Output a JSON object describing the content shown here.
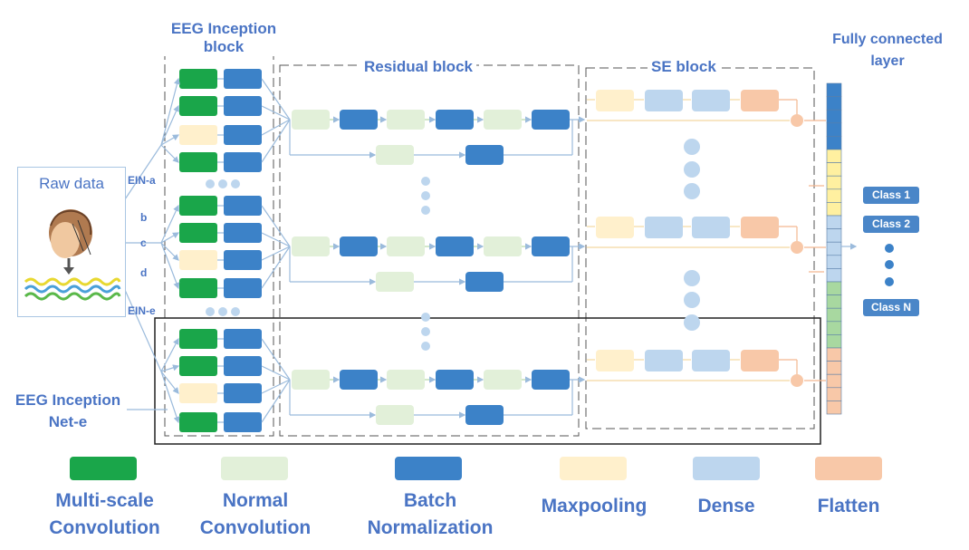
{
  "sections": {
    "eeg_inception_block": "EEG Inception block",
    "residual_block": "Residual  block",
    "se_block": "SE block",
    "fully_connected": "Fully connected layer",
    "eeg_inception_net": "EEG Inception Net-e"
  },
  "raw_data": {
    "title": "Raw data"
  },
  "branches": [
    "EIN-a",
    "b",
    "c",
    "d",
    "EIN-e"
  ],
  "classes": [
    "Class 1",
    "Class 2",
    "Class N"
  ],
  "legend": [
    {
      "key": "multi_scale_convolution",
      "label": "Multi-scale Convolution",
      "color": "#1aa64a"
    },
    {
      "key": "normal_convolution",
      "label": "Normal Convolution",
      "color": "#e2f0d9"
    },
    {
      "key": "batch_normalization",
      "label": "Batch Normalization",
      "color": "#3c82c8"
    },
    {
      "key": "maxpooling",
      "label": "Maxpooling",
      "color": "#fff0cc"
    },
    {
      "key": "dense",
      "label": "Dense",
      "color": "#bdd6ee"
    },
    {
      "key": "flatten",
      "label": "Flatten",
      "color": "#f8c8a8"
    }
  ],
  "fc_colors": [
    "#3c82c8",
    "#fff0a0",
    "#bdd6ee",
    "#a8d8a0",
    "#f8c8a8"
  ]
}
